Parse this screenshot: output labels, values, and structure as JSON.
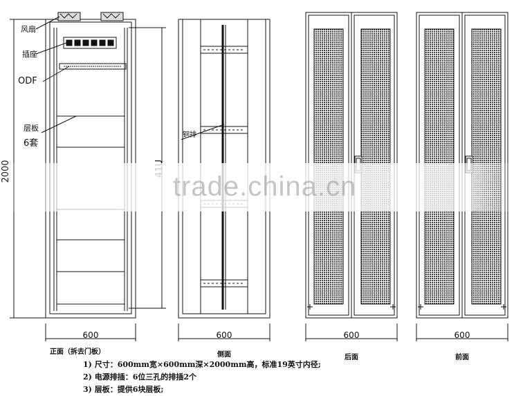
{
  "labels": {
    "fan": "风扇",
    "socket": "插座",
    "odf": "ODF",
    "shelf": "层板",
    "shelf_count": "6套",
    "height": "2000",
    "units": "41U",
    "copper_bar": "铜排"
  },
  "views": {
    "front": "正面（拆去门板）",
    "side": "侧面",
    "rear": "后面",
    "front_door": "前面"
  },
  "dimensions": {
    "front_width": "600",
    "side_width": "600",
    "rear_width": "600",
    "door_width": "600"
  },
  "notes": [
    "1)  尺寸：600mm宽×600mm深×2000mm高，标准19英寸内径;",
    "2)  电源排插：6位三孔的排插2个",
    "3)  层板：提供6块层板;"
  ],
  "watermark": "trade.china.cn"
}
